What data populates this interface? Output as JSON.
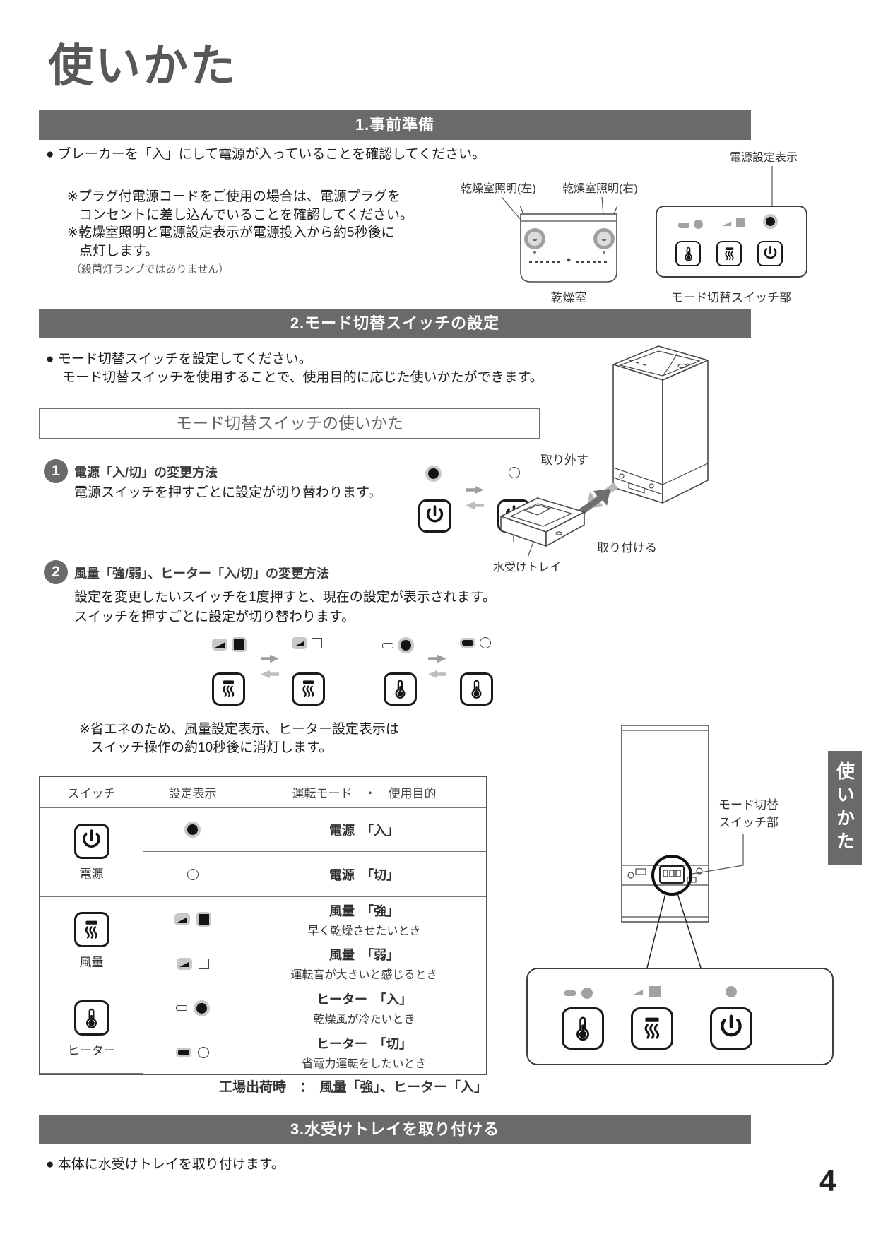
{
  "colors": {
    "bar": "#6a6a6a",
    "halo": "#c8c8c8",
    "dim": "#a2a2a2",
    "ink": "#141414",
    "title-c": "#595757"
  },
  "page": {
    "title": "使いかた",
    "side_tab": "使いかた",
    "number": "4"
  },
  "section1": {
    "bar_title": "1.事前準備",
    "bullet": "● ブレーカーを「入」にして電源が入っていることを確認してください。",
    "note1": "※プラグ付電源コードをご使用の場合は、電源プラグを",
    "note1b": "コンセントに差し込んでいることを確認してください。",
    "note2": "※乾燥室照明と電源設定表示が電源投入から約5秒後に",
    "note2b": "点灯します。",
    "note3": "（殺菌灯ランプではありません）",
    "label_power_indicator": "電源設定表示",
    "label_lamp_left": "乾燥室照明(左)",
    "label_lamp_right": "乾燥室照明(右)",
    "label_chamber": "乾燥室",
    "label_panel": "モード切替スイッチ部"
  },
  "section2": {
    "bar_title": "2.モード切替スイッチの設定",
    "bullet1": "● モード切替スイッチを設定してください。",
    "bullet1b": "モード切替スイッチを使用することで、使用目的に応じた使いかたができます。",
    "box_title": "モード切替スイッチの使いかた",
    "step1_num": "1",
    "step1_title": "電源「入/切」の変更方法",
    "step1_body": "電源スイッチを押すごとに設定が切り替わります。",
    "step2_num": "2",
    "step2_title": "風量「強/弱」、ヒーター「入/切」の変更方法",
    "step2_body1": "設定を変更したいスイッチを1度押すと、現在の設定が表示されます。",
    "step2_body2": "スイッチを押すごとに設定が切り替わります。",
    "eco_note1": "※省エネのため、風量設定表示、ヒーター設定表示は",
    "eco_note2": "スイッチ操作の約10秒後に消灯します。",
    "label_remove": "取り外す",
    "label_attach": "取り付ける",
    "label_tray": "水受けトレイ",
    "label_panel1": "モード切替",
    "label_panel2": "スイッチ部"
  },
  "table": {
    "headers": [
      "スイッチ",
      "設定表示",
      "運転モード　・　使用目的"
    ],
    "switches": [
      "電源",
      "風量",
      "ヒーター"
    ],
    "rows": [
      {
        "title": "電源　「入」",
        "desc": ""
      },
      {
        "title": "電源　「切」",
        "desc": ""
      },
      {
        "title": "風量　「強」",
        "desc": "早く乾燥させたいとき"
      },
      {
        "title": "風量　「弱」",
        "desc": "運転音が大きいと感じるとき"
      },
      {
        "title": "ヒーター　「入」",
        "desc": "乾燥風が冷たいとき"
      },
      {
        "title": "ヒーター　「切」",
        "desc": "省電力運転をしたいとき"
      }
    ],
    "factory_note": "工場出荷時　：　風量「強」、ヒーター「入」"
  },
  "section3": {
    "bar_title": "3.水受けトレイを取り付ける",
    "bullet": "● 本体に水受けトレイを取り付けます。"
  },
  "icons": {
    "power": "power-icon",
    "fan": "fan-icon",
    "heater": "thermometer-icon"
  }
}
